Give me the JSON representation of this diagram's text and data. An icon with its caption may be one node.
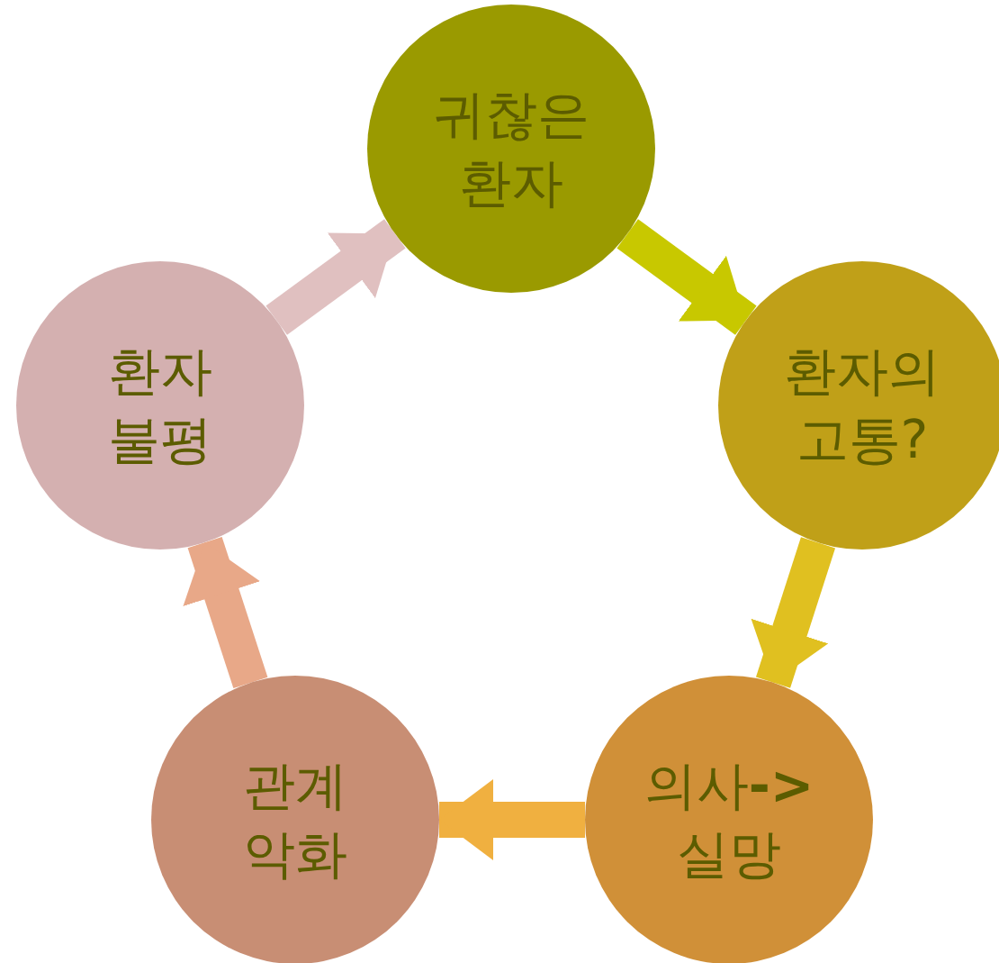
{
  "diagram": {
    "nodes": [
      {
        "text": [
          "귀찮은 환자"
        ]
      },
      {
        "text": [
          "환자의 고통?"
        ]
      },
      {
        "text": [
          "의사**->** 실망"
        ]
      },
      {
        "text": [
          "관계 악화"
        ]
      },
      {
        "text": [
          "환자 불평"
        ]
      }
    ],
    "edges": [
      {
        "from": 0,
        "to": 1,
        "arrow": "to",
        "color": "#c8c800"
      },
      {
        "from": 1,
        "to": 2,
        "arrow": "to",
        "color": "#e0c020"
      },
      {
        "from": 2,
        "to": 3,
        "arrow": "to",
        "color": "#f0b040"
      },
      {
        "from": 3,
        "to": 4,
        "arrow": "to",
        "color": "#e8a888"
      },
      {
        "from": 4,
        "to": 0,
        "arrow": "to",
        "color": "#e0c0c0"
      }
    ]
  }
}
